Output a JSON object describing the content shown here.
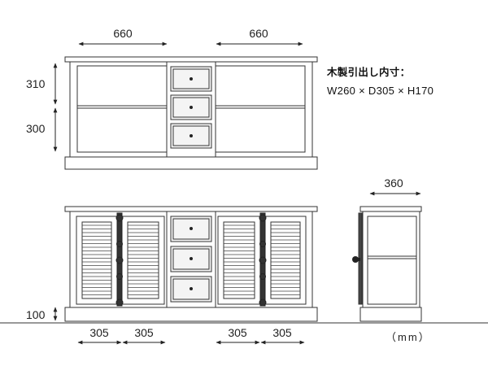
{
  "front_view": {
    "width_left": "660",
    "width_right": "660",
    "height_upper": "310",
    "height_lower": "300"
  },
  "drawer_note": {
    "title": "木製引出し内寸：",
    "size": "W260 × D305 × H170"
  },
  "door_view": {
    "plinth_height": "100",
    "door_widths": [
      "305",
      "305",
      "305",
      "305"
    ]
  },
  "side_view": {
    "depth": "360"
  },
  "unit": "（mm）"
}
